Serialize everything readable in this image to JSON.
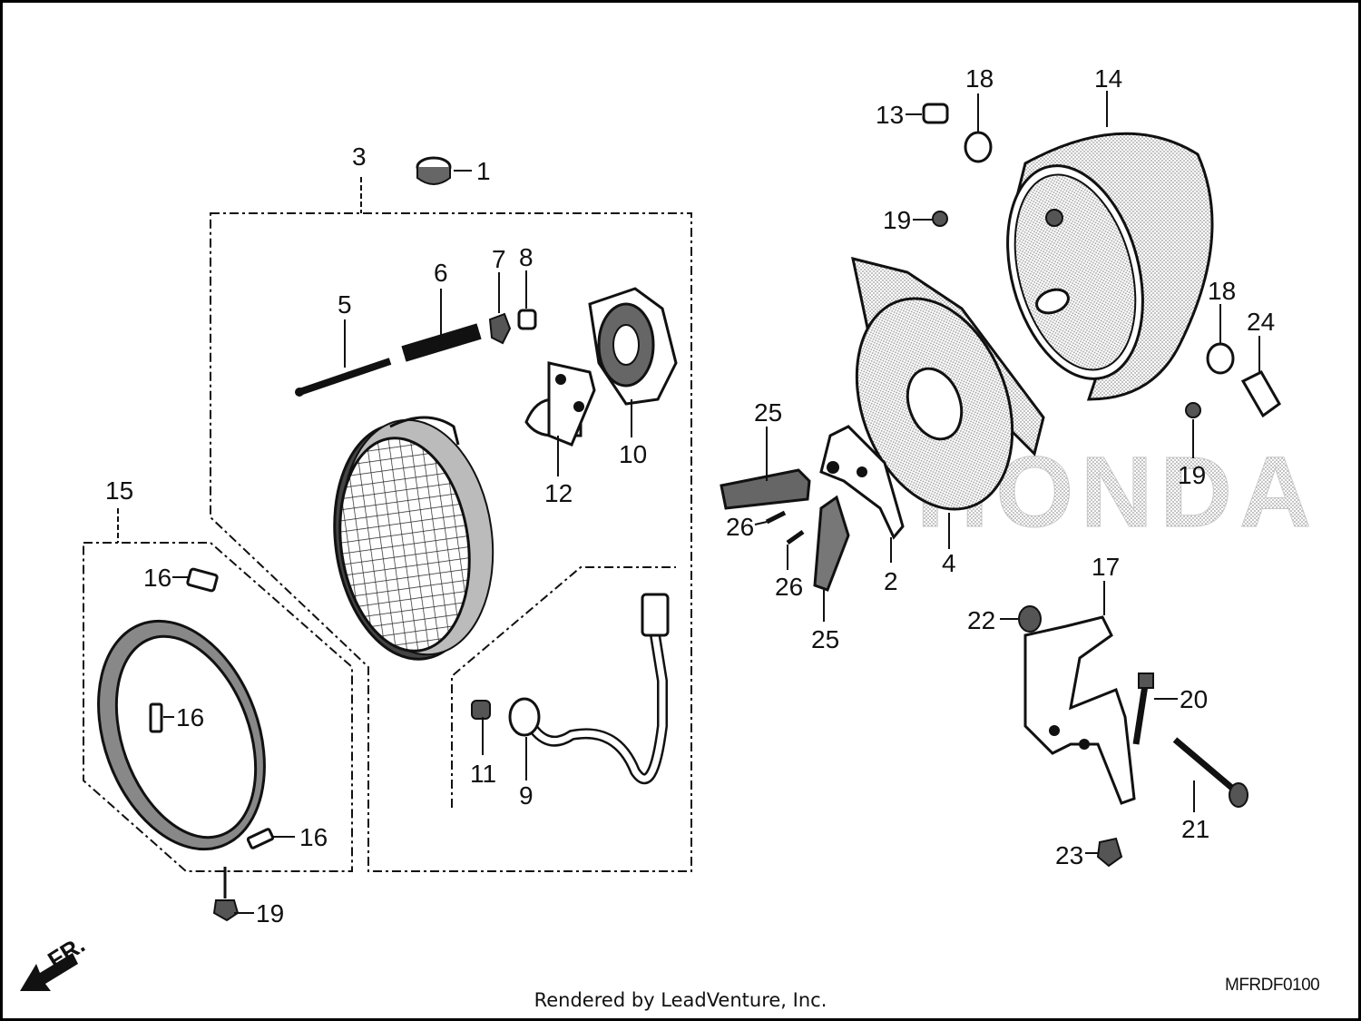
{
  "diagram": {
    "watermark": "HONDA",
    "direction_label": "FR.",
    "diagram_code": "MFRDF0100",
    "footer": "Rendered by LeadVenture, Inc.",
    "callouts": [
      {
        "label": "1"
      },
      {
        "label": "3"
      },
      {
        "label": "5"
      },
      {
        "label": "6"
      },
      {
        "label": "7"
      },
      {
        "label": "8"
      },
      {
        "label": "10"
      },
      {
        "label": "12"
      },
      {
        "label": "15"
      },
      {
        "label": "16"
      },
      {
        "label": "16"
      },
      {
        "label": "16"
      },
      {
        "label": "19"
      },
      {
        "label": "11"
      },
      {
        "label": "9"
      },
      {
        "label": "13"
      },
      {
        "label": "18"
      },
      {
        "label": "14"
      },
      {
        "label": "19"
      },
      {
        "label": "18"
      },
      {
        "label": "24"
      },
      {
        "label": "19"
      },
      {
        "label": "25"
      },
      {
        "label": "26"
      },
      {
        "label": "26"
      },
      {
        "label": "25"
      },
      {
        "label": "2"
      },
      {
        "label": "4"
      },
      {
        "label": "17"
      },
      {
        "label": "22"
      },
      {
        "label": "20"
      },
      {
        "label": "21"
      },
      {
        "label": "23"
      }
    ]
  },
  "colors": {
    "ink": "#111111",
    "shade": "#8a8a8a",
    "paper": "#ffffff"
  }
}
